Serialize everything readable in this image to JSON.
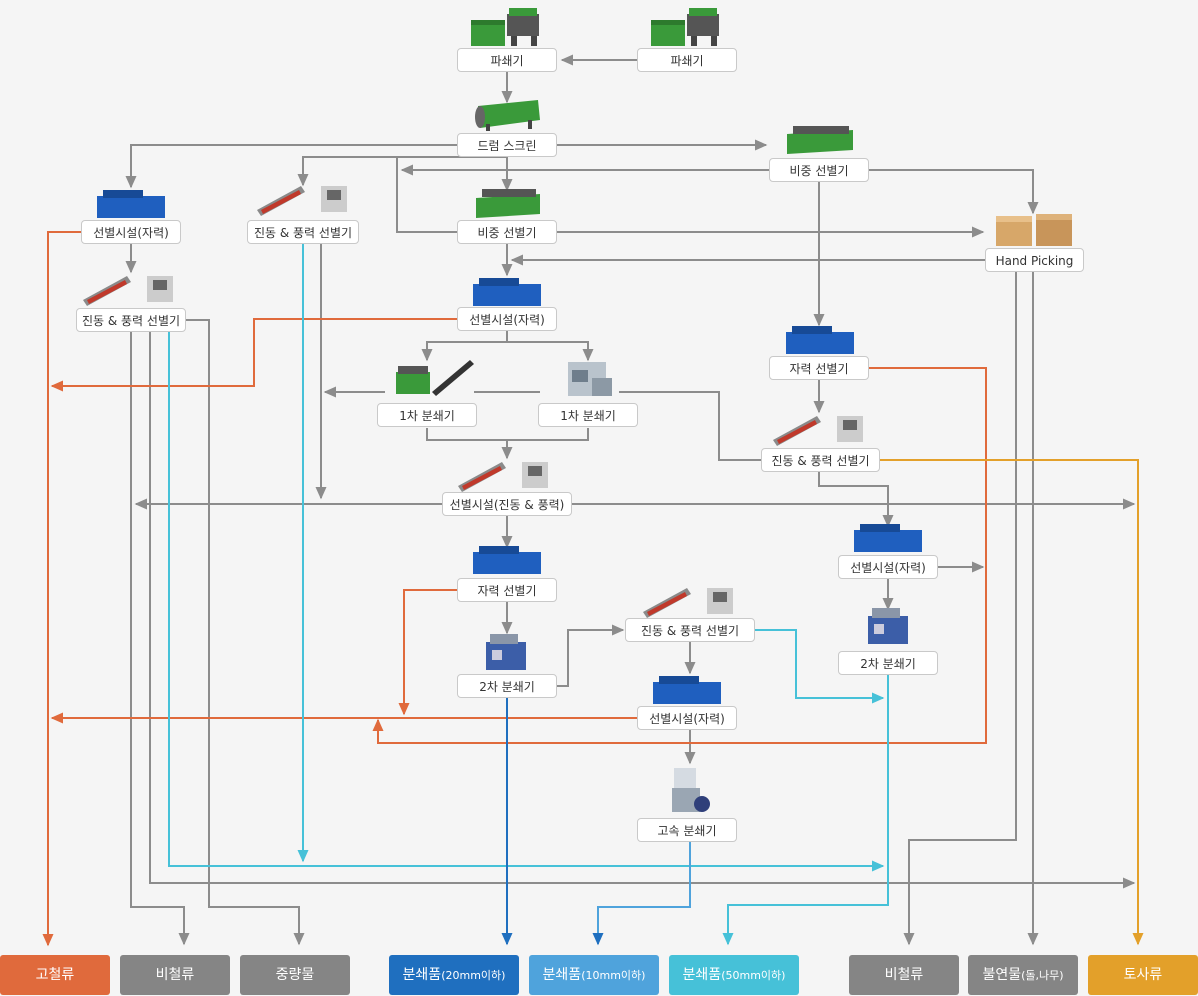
{
  "nodes": {
    "crusher_a": "파쇄기",
    "crusher_b": "파쇄기",
    "drum_screen": "드럼 스크린",
    "gravity_top": "비중 선별기",
    "gravity_mid": "비중 선별기",
    "mag_left": "선별시설(자력)",
    "vib_left_top": "진동 & 풍력 선별기",
    "hand_picking": "Hand Picking",
    "vib_left_mid": "진동 & 풍력 선별기",
    "mag_center": "선별시설(자력)",
    "mag_right_sep": "자력 선별기",
    "primary_a": "1차 분쇄기",
    "primary_b": "1차 분쇄기",
    "vib_right": "진동 & 풍력 선별기",
    "sort_vib": "선별시설(진동 & 풍력)",
    "mag_right2": "선별시설(자력)",
    "mag_sep_center": "자력 선별기",
    "vib_center2": "진동 & 풍력 선별기",
    "secondary_right": "2차 분쇄기",
    "secondary_center": "2차 분쇄기",
    "mag_center2": "선별시설(자력)",
    "highspeed": "고속 분쇄기"
  },
  "outputs": [
    {
      "label": "고철류",
      "small": "",
      "color": "#e06a3c"
    },
    {
      "label": "비철류",
      "small": "",
      "color": "#858585"
    },
    {
      "label": "중량물",
      "small": "",
      "color": "#858585"
    },
    {
      "label": "분쇄품",
      "small": "(20mm이하)",
      "color": "#1f6fbf"
    },
    {
      "label": "분쇄품",
      "small": "(10mm이하)",
      "color": "#4fa3dc"
    },
    {
      "label": "분쇄품",
      "small": "(50mm이하)",
      "color": "#46c1d8"
    },
    {
      "label": "비철류",
      "small": "",
      "color": "#858585"
    },
    {
      "label": "불연물",
      "small": "(돌,나무)",
      "color": "#858585"
    },
    {
      "label": "토사류",
      "small": "",
      "color": "#e3a02a"
    }
  ],
  "colors": {
    "flow_gray": "#8c8c8c",
    "ferrous_orange": "#e06a3c",
    "product_blue": "#1f6fbf",
    "product_cyan": "#46c1d8",
    "soil_amber": "#e3a02a"
  }
}
